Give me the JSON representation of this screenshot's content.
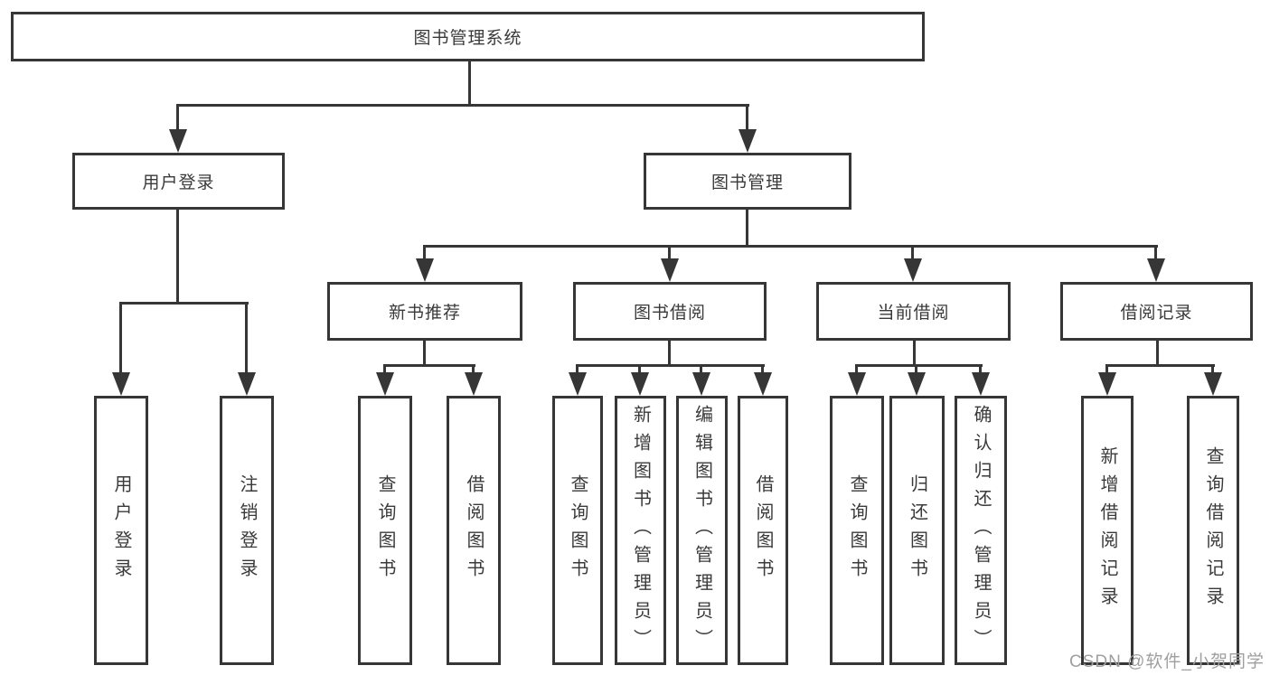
{
  "tree": {
    "label": "图书管理系统",
    "children": [
      {
        "label": "用户登录",
        "children": [
          {
            "label": "用户登录"
          },
          {
            "label": "注销登录"
          }
        ]
      },
      {
        "label": "图书管理",
        "children": [
          {
            "label": "新书推荐",
            "children": [
              {
                "label": "查询图书"
              },
              {
                "label": "借阅图书"
              }
            ]
          },
          {
            "label": "图书借阅",
            "children": [
              {
                "label": "查询图书"
              },
              {
                "label": "新增图书（管理员）"
              },
              {
                "label": "编辑图书（管理员）"
              },
              {
                "label": "借阅图书"
              }
            ]
          },
          {
            "label": "当前借阅",
            "children": [
              {
                "label": "查询图书"
              },
              {
                "label": "归还图书"
              },
              {
                "label": "确认归还（管理员）"
              }
            ]
          },
          {
            "label": "借阅记录",
            "children": [
              {
                "label": "新增借阅记录"
              },
              {
                "label": "查询借阅记录"
              }
            ]
          }
        ]
      }
    ]
  },
  "watermark": {
    "text": "CSDN @软件_小贺同学"
  },
  "colors": {
    "line": "#363636",
    "text": "#3a3a3a",
    "watermark": "#9f9f9f",
    "background": "#ffffff"
  }
}
